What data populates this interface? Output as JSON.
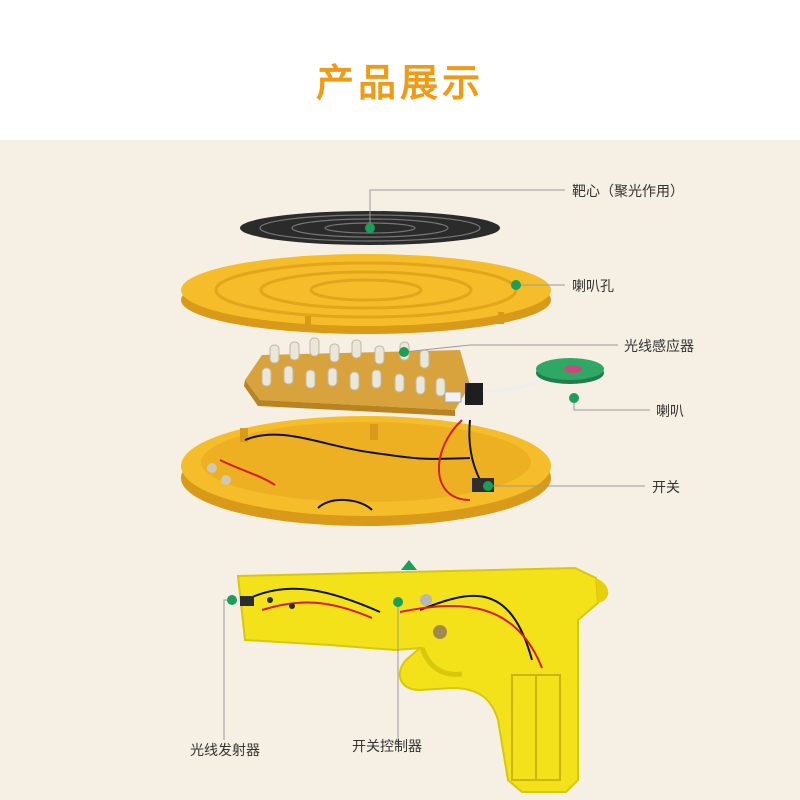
{
  "title": "产品展示",
  "colors": {
    "title": "#f19a13",
    "panel_bg": "#f6efe4",
    "marker": "#1a9e5a",
    "plate_yellow": "#f5bd2a",
    "gun_yellow": "#f3e21a"
  },
  "labels": {
    "target_center": "靶心（聚光作用）",
    "speaker_holes": "喇叭孔",
    "light_sensor": "光线感应器",
    "speaker": "喇叭",
    "switch": "开关",
    "light_emitter": "光线发射器",
    "switch_controller": "开关控制器"
  },
  "icons": {
    "marker": "green-dot-icon",
    "assembly": "up-triangle-icon"
  }
}
